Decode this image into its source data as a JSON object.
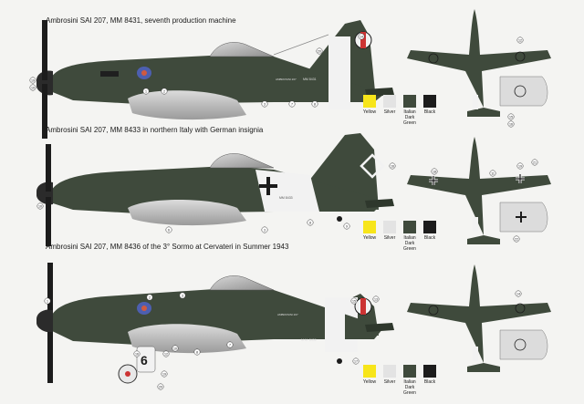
{
  "profiles": [
    {
      "title": "Ambrosini SAI 207, MM 8431, seventh production machine",
      "serial": "MM 8431",
      "fin_text": "AMBROSINI 207",
      "callouts": [
        "1",
        "2",
        "3",
        "7",
        "8",
        "10",
        "12",
        "14",
        "15",
        "16",
        "19",
        "20"
      ],
      "colors": [
        {
          "name": "Yellow",
          "hex": "#f7e51a"
        },
        {
          "name": "Silver",
          "hex": "#e3e3e3"
        },
        {
          "name": "Italian Dark Green",
          "hex": "#3f4a3c"
        },
        {
          "name": "Black",
          "hex": "#1c1c1c"
        }
      ]
    },
    {
      "title": "Ambrosini SAI 207, MM 8433 in northern Italy with German insignia",
      "serial": "MM 8433",
      "callouts": [
        "3",
        "6",
        "8",
        "9",
        "10",
        "11",
        "16",
        "18",
        "19",
        "21",
        "22"
      ],
      "colors": [
        {
          "name": "Yellow",
          "hex": "#f7e51a"
        },
        {
          "name": "Silver",
          "hex": "#e3e3e3"
        },
        {
          "name": "Italian Dark Green",
          "hex": "#3f4a3c"
        },
        {
          "name": "Black",
          "hex": "#1c1c1c"
        }
      ]
    },
    {
      "title": "Ambrosini SAI 207, MM 8436 of the 3° Sormo at Cervateri in Summer 1943",
      "serial": "M.M. 8436",
      "fin_text": "AMBROSINI 207",
      "code_number": "6",
      "callouts": [
        "1",
        "2",
        "3",
        "7",
        "8",
        "10",
        "12",
        "13",
        "14",
        "15",
        "16",
        "17",
        "19",
        "20"
      ],
      "colors": [
        {
          "name": "Yellow",
          "hex": "#f7e51a"
        },
        {
          "name": "Silver",
          "hex": "#e3e3e3"
        },
        {
          "name": "Italian Dark Green",
          "hex": "#3f4a3c"
        },
        {
          "name": "Black",
          "hex": "#1c1c1c"
        }
      ]
    }
  ]
}
